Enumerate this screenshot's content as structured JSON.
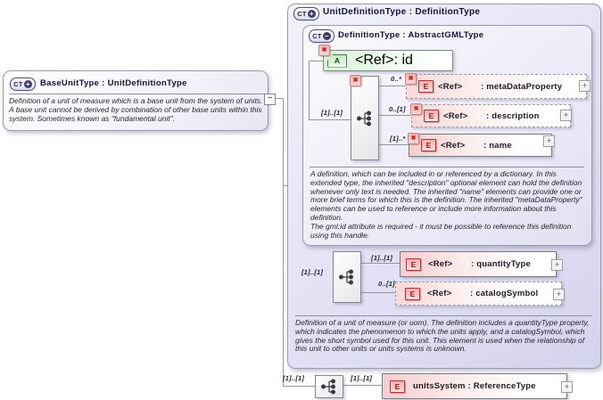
{
  "base_unit_box": {
    "kind": "CT",
    "kind_toggle": "+",
    "title": "BaseUnitType : UnitDefinitionType",
    "description": "Definition of a unit of measure which is a base unit from the system of units.  A base unit cannot be derived by combination of other base units within this system.  Sometimes known as \"fundamental unit\"."
  },
  "unit_definition_box": {
    "kind": "CT",
    "kind_toggle": "+",
    "title": "UnitDefinitionType : DefinitionType",
    "annotation": "Definition of a unit of measure (or uom). The definition includes a quantityType property, which indicates the phenomenon to which the units apply, and a catalogSymbol, which gives the short symbol used for this unit. This element is used when the relationship of this unit to other units or units systems is unknown."
  },
  "definition_box": {
    "kind": "CT",
    "kind_toggle": "−",
    "title": "DefinitionType : AbstractGMLType",
    "annotation_p1": "A definition, which can be included in or referenced by a dictionary. In this extended type, the inherited \"description\" optional element can hold the definition whenever only text is needed. The inherited \"name\" elements can provide one or more brief terms for which this is the definition. The inherited \"metaDataProperty\" elements can be used to reference or include more information about this definition.",
    "annotation_p2": "The gml:id attribute is required - it must be possible to reference this definition using this handle."
  },
  "attribute_id": {
    "badge": "A",
    "ref": "<Ref>",
    "name": ": id"
  },
  "elements": {
    "meta": {
      "badge": "E",
      "ref": "<Ref>",
      "name": ": metaDataProperty",
      "cardinality": "0..*"
    },
    "desc": {
      "badge": "E",
      "ref": "<Ref>",
      "name": ": description",
      "cardinality": "0..[1]"
    },
    "name": {
      "badge": "E",
      "ref": "<Ref>",
      "name": ": name",
      "cardinality": "[1]..*"
    },
    "qty": {
      "badge": "E",
      "ref": "<Ref>",
      "name": ": quantityType",
      "cardinality": "[1]..[1]"
    },
    "cat": {
      "badge": "E",
      "ref": "<Ref>",
      "name": ": catalogSymbol",
      "cardinality": "0..[1]"
    },
    "units": {
      "badge": "E",
      "label": "unitsSystem : ReferenceType",
      "cardinality": "[1]..[1]"
    }
  },
  "sequence_cardinalities": {
    "seq1": "[1]..[1]",
    "seq2": "[1]..[1]",
    "seq3": "[1]..[1]"
  },
  "glyphs": {
    "expand_plus": "+",
    "collapse_minus": "−",
    "prohibit_x": "✖"
  },
  "colors": {
    "lavender_fill": "#dcdbf2",
    "element_pink": "#f6caca",
    "attribute_green": "#d9f2d9",
    "error_red": "#c42222"
  }
}
